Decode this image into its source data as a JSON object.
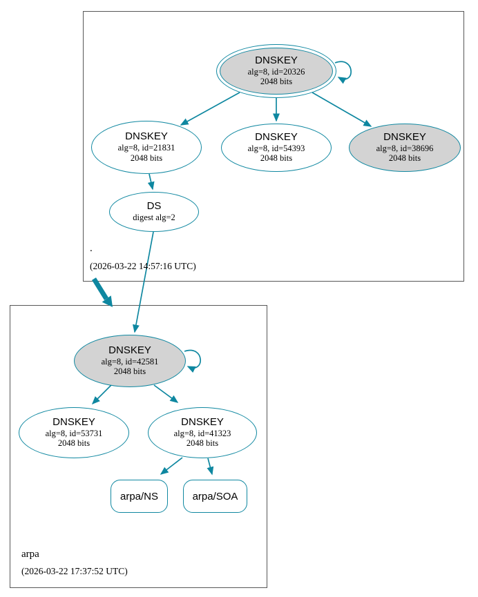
{
  "colors": {
    "edge_teal": "#0e87a0",
    "ksk_fill": "#d3d3d3",
    "node_fill": "#ffffff",
    "box_border": "#565656"
  },
  "zones": {
    "root": {
      "name": ".",
      "timestamp": "(2026-03-22 14:57:16 UTC)"
    },
    "arpa": {
      "name": "arpa",
      "timestamp": "(2026-03-22 17:37:52 UTC)"
    }
  },
  "nodes": {
    "k20326": {
      "title": "DNSKEY",
      "detail": "alg=8, id=20326",
      "bits": "2048 bits"
    },
    "k21831": {
      "title": "DNSKEY",
      "detail": "alg=8, id=21831",
      "bits": "2048 bits"
    },
    "k54393": {
      "title": "DNSKEY",
      "detail": "alg=8, id=54393",
      "bits": "2048 bits"
    },
    "k38696": {
      "title": "DNSKEY",
      "detail": "alg=8, id=38696",
      "bits": "2048 bits"
    },
    "ds": {
      "title": "DS",
      "detail": "digest alg=2"
    },
    "k42581": {
      "title": "DNSKEY",
      "detail": "alg=8, id=42581",
      "bits": "2048 bits"
    },
    "k53731": {
      "title": "DNSKEY",
      "detail": "alg=8, id=53731",
      "bits": "2048 bits"
    },
    "k41323": {
      "title": "DNSKEY",
      "detail": "alg=8, id=41323",
      "bits": "2048 bits"
    },
    "rrset_ns": {
      "label": "arpa/NS"
    },
    "rrset_soa": {
      "label": "arpa/SOA"
    }
  }
}
